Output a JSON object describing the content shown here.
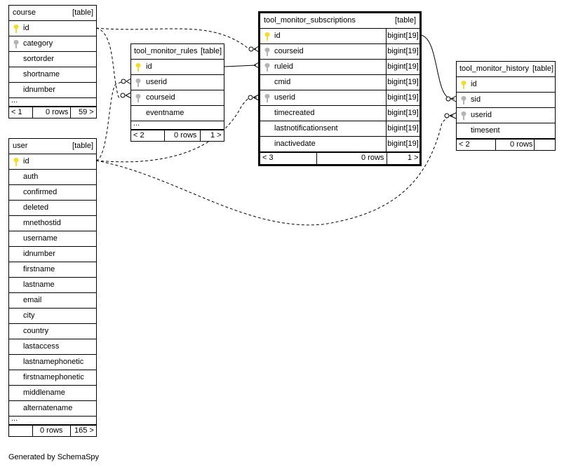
{
  "tables": {
    "course": {
      "name": "course",
      "kind": "[table]",
      "columns": [
        "id",
        "category",
        "sortorder",
        "shortname",
        "idnumber"
      ],
      "ellipsis": "...",
      "footer": [
        "< 1",
        "0 rows",
        "59 >"
      ]
    },
    "user": {
      "name": "user",
      "kind": "[table]",
      "columns": [
        "id",
        "auth",
        "confirmed",
        "deleted",
        "mnethostid",
        "username",
        "idnumber",
        "firstname",
        "lastname",
        "email",
        "city",
        "country",
        "lastaccess",
        "lastnamephonetic",
        "firstnamephonetic",
        "middlename",
        "alternatename"
      ],
      "ellipsis": "...",
      "footer": [
        "",
        "0 rows",
        "165 >"
      ]
    },
    "rules": {
      "name": "tool_monitor_rules",
      "kind": "[table]",
      "columns": [
        "id",
        "userid",
        "courseid",
        "eventname"
      ],
      "ellipsis": "...",
      "footer": [
        "< 2",
        "0 rows",
        "1 >"
      ]
    },
    "subscriptions": {
      "name": "tool_monitor_subscriptions",
      "kind": "[table]",
      "columns": [
        {
          "name": "id",
          "type": "bigint[19]"
        },
        {
          "name": "courseid",
          "type": "bigint[19]"
        },
        {
          "name": "ruleid",
          "type": "bigint[19]"
        },
        {
          "name": "cmid",
          "type": "bigint[19]"
        },
        {
          "name": "userid",
          "type": "bigint[19]"
        },
        {
          "name": "timecreated",
          "type": "bigint[19]"
        },
        {
          "name": "lastnotificationsent",
          "type": "bigint[19]"
        },
        {
          "name": "inactivedate",
          "type": "bigint[19]"
        }
      ],
      "footer": [
        "< 3",
        "0 rows",
        "1 >"
      ]
    },
    "history": {
      "name": "tool_monitor_history",
      "kind": "[table]",
      "columns": [
        "id",
        "sid",
        "userid",
        "timesent"
      ],
      "footer": [
        "< 2",
        "0 rows",
        ""
      ]
    }
  },
  "key_colors": {
    "primary": "#f0dc32",
    "foreign": "#b4b4b4"
  },
  "generated_by": "Generated by SchemaSpy"
}
